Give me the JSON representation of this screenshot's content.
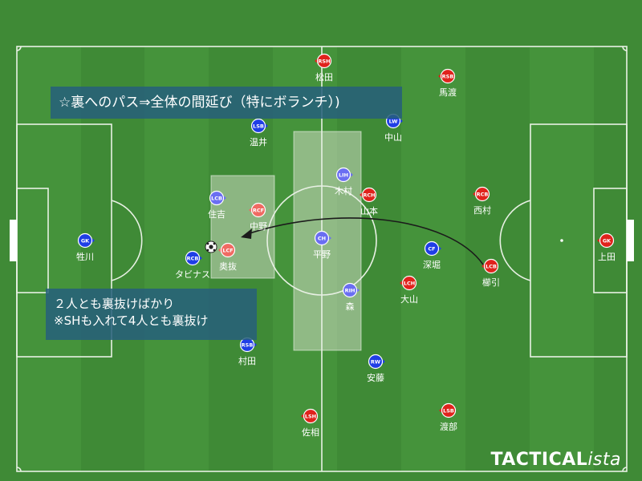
{
  "annotations": {
    "top": "☆裏へのパス⇒全体の間延び（特にボランチ）)",
    "bottom_line1": "２人とも裏抜けばかり",
    "bottom_line2": "※SHも入れて4人とも裏抜け"
  },
  "logo": {
    "main": "TACTICAL",
    "italic": "ista"
  },
  "colors": {
    "pitch": "#3f8a36",
    "pitch_stripe": "#45933b",
    "lines": "#e8f0e4",
    "team_blue": "#1f3ee6",
    "team_blue_light": "#6a6ef2",
    "team_red": "#e0231c",
    "team_red_light": "#f06a62",
    "highlight": "rgba(235,235,225,0.45)"
  },
  "players": [
    {
      "team": "red",
      "tone": "full",
      "code": "RSH",
      "name": "松田"
    },
    {
      "team": "red",
      "tone": "full",
      "code": "RSB",
      "name": "馬渡"
    },
    {
      "team": "blue",
      "tone": "full",
      "code": "LSB",
      "name": "温井"
    },
    {
      "team": "blue",
      "tone": "full",
      "code": "LW",
      "name": "中山"
    },
    {
      "team": "blue",
      "tone": "light",
      "code": "LIH",
      "name": "木村"
    },
    {
      "team": "red",
      "tone": "full",
      "code": "RCH",
      "name": "山本"
    },
    {
      "team": "red",
      "tone": "full",
      "code": "RCB",
      "name": "西村"
    },
    {
      "team": "blue",
      "tone": "light",
      "code": "LCB",
      "name": "住吉"
    },
    {
      "team": "red",
      "tone": "light",
      "code": "RCF",
      "name": "中野"
    },
    {
      "team": "blue",
      "tone": "full",
      "code": "GK",
      "name": "牲川"
    },
    {
      "team": "blue",
      "tone": "light",
      "code": "CH",
      "name": "平野"
    },
    {
      "team": "red",
      "tone": "light",
      "code": "LCF",
      "name": "奥抜"
    },
    {
      "team": "blue",
      "tone": "full",
      "code": "RCB",
      "name": "タビナス"
    },
    {
      "team": "blue",
      "tone": "full",
      "code": "CF",
      "name": "深堀"
    },
    {
      "team": "red",
      "tone": "full",
      "code": "LCB",
      "name": "櫛引"
    },
    {
      "team": "red",
      "tone": "full",
      "code": "GK",
      "name": "上田"
    },
    {
      "team": "blue",
      "tone": "light",
      "code": "RIH",
      "name": "森"
    },
    {
      "team": "red",
      "tone": "full",
      "code": "LCH",
      "name": "大山"
    },
    {
      "team": "blue",
      "tone": "full",
      "code": "RSB",
      "name": "村田"
    },
    {
      "team": "blue",
      "tone": "full",
      "code": "RW",
      "name": "安藤"
    },
    {
      "team": "red",
      "tone": "full",
      "code": "LSH",
      "name": "佐相"
    },
    {
      "team": "red",
      "tone": "full",
      "code": "LSB",
      "name": "渡部"
    }
  ]
}
